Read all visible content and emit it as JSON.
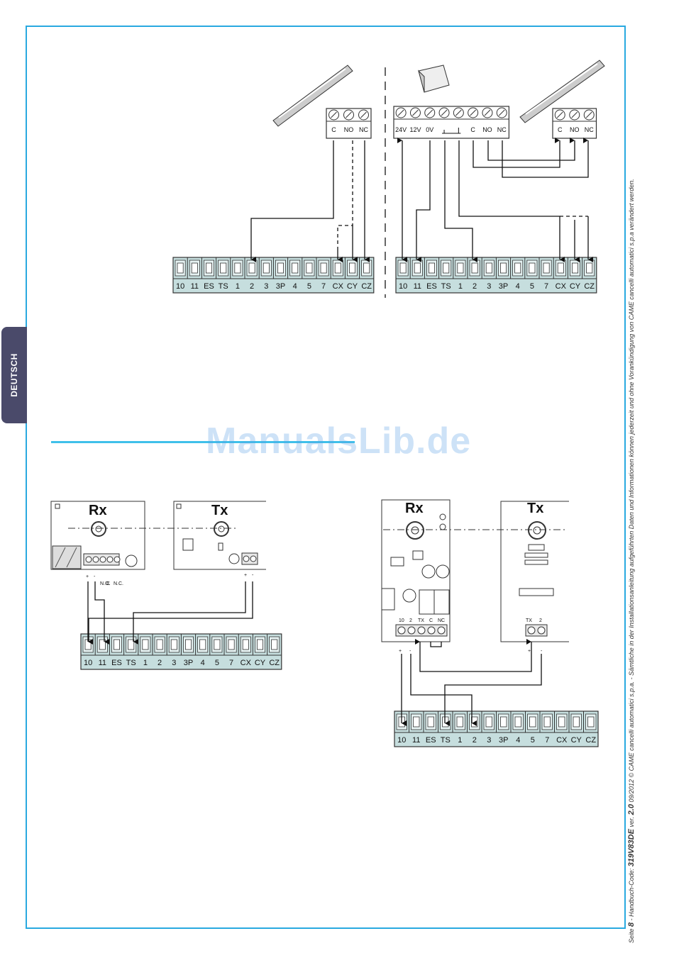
{
  "language_tab": "DEUTSCH",
  "watermark": "ManualsLib.de",
  "footer": {
    "prefix": "Seite",
    "page": "8",
    "code_label": "- Handbuch-Code:",
    "code": "319V83DE",
    "ver_label": "ver.",
    "version": "2.0",
    "rest": "09/2012 © CAME cancelli automatici s.p.a. - Sämtliche in der Installationsanleitung aufgeführten Daten und Informationen können jederzeit und ohne Vorankündigung von CAME cancelli automatici s.p.a verändert werden."
  },
  "terminal_strip_labels": [
    "10",
    "11",
    "ES",
    "TS",
    "1",
    "2",
    "3",
    "3P",
    "4",
    "5",
    "7",
    "CX",
    "CY",
    "CZ"
  ],
  "edge_labels": [
    "C",
    "NO",
    "NC"
  ],
  "control_labels": [
    "24V",
    "12V",
    "0V",
    "C",
    "NO",
    "NC"
  ],
  "rx_label": "Rx",
  "tx_label": "Tx",
  "photocell_rx_terminals": [
    "N.O.",
    "C",
    "N.C."
  ],
  "plus_sign": "+",
  "minus_sign": "-",
  "rx2_terminals": [
    "10",
    "2",
    "TX",
    "C",
    "NC"
  ],
  "tx2_terminals": [
    "TX",
    "2"
  ]
}
